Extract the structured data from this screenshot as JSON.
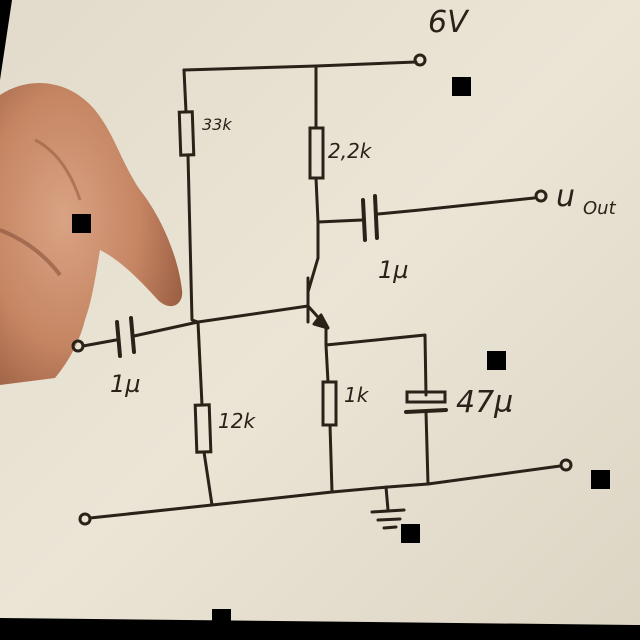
{
  "circuit": {
    "supply_label": "6V",
    "output_label_main": "u",
    "output_label_sub": "Out",
    "labels": {
      "r_bias_top": "33k",
      "r_bias_bottom": "12k",
      "r_collector": "2,2k",
      "r_emitter": "1k",
      "c_input": "1µ",
      "c_output": "1µ",
      "c_emitter": "47µ"
    }
  },
  "colors": {
    "paper": "#e9e2d3",
    "ink": "#2a2218",
    "skin": "#c98c6c",
    "frame": "#000000"
  }
}
